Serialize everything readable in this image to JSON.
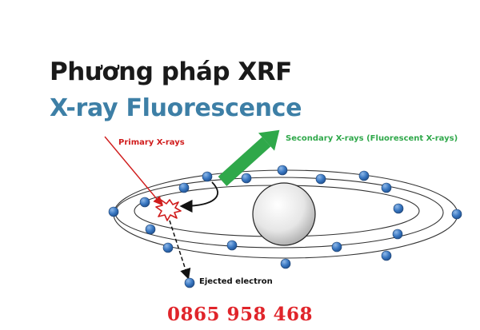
{
  "title_vi": "Phương pháp XRF",
  "title_en": "X-ray Fluorescence",
  "labels": {
    "primary": "Primary X-rays",
    "secondary": "Secondary X-rays (Fluorescent X-rays)",
    "ejected": "Ejected electron"
  },
  "phone": "0865 958 468",
  "colors": {
    "title_en": "#3d7fa6",
    "primary_arrow": "#d01c1c",
    "secondary_arrow": "#2fa84a",
    "phone": "#e0242a",
    "electron": "#3a78c2"
  }
}
